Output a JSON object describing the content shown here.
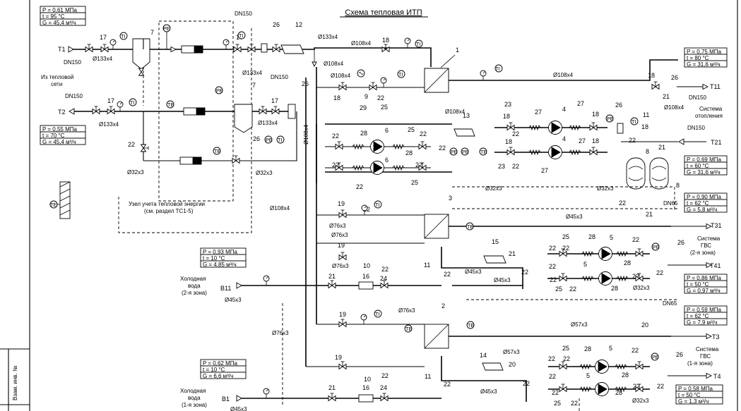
{
  "title": "Схема тепловая ИТП",
  "stamp": "Взам. инв. №",
  "node_label_1": "Узел учета тепловой энергии",
  "node_label_2": "(см. раздел ТС1-5)",
  "from_network": [
    "Из тепловой",
    "сети"
  ],
  "inlets": {
    "t1": {
      "code": "Т1",
      "dn": "DN150",
      "p": "P = 0,61 МПа",
      "t": "t = 95 °C",
      "g": "G = 45,4 м³/ч"
    },
    "t2": {
      "code": "Т2",
      "dn": "DN150",
      "p": "P = 0,55 МПа",
      "t": "t = 70 °C",
      "g": "G = 45,4 м³/ч"
    },
    "b11": {
      "code": "В11",
      "title": [
        "Холодная",
        "вода",
        "(2-я зона)"
      ],
      "p": "P = 0,93 МПа",
      "t": "t = 10 °C",
      "g": "G = 4,85 м³/ч"
    },
    "b1": {
      "code": "В1",
      "title": [
        "Холодная",
        "вода",
        "(1-я зона)"
      ],
      "p": "P = 0,62 МПа",
      "t": "t = 10 °C",
      "g": "G = 6,6 м³/ч"
    }
  },
  "outlets": {
    "t11": {
      "code": "Т11",
      "dn": "DN150",
      "p": "P = 0,75 МПа",
      "t": "t = 80 °C",
      "g": "G = 31,6 м³/ч"
    },
    "t21": {
      "code": "Т21",
      "dn": "DN150",
      "p": "P = 0,69 МПа",
      "t": "t = 60 °C",
      "g": "G = 31,6 м³/ч",
      "title": [
        "Система",
        "отопления"
      ]
    },
    "t31": {
      "code": "Т31",
      "dn": "DN65",
      "p": "P = 0,90 МПа",
      "t": "t = 62 °C",
      "g": "G = 5,8 м³/ч"
    },
    "t41": {
      "code": "Т41",
      "p": "P = 0,86 МПа",
      "t": "t = 50 °C",
      "g": "G = 0,97 м³/ч",
      "title": [
        "Система",
        "ГВС",
        "(2-я зона)"
      ]
    },
    "t3": {
      "code": "Т3",
      "dn": "DN65",
      "p": "P = 0,59 МПа",
      "t": "t = 62 °C",
      "g": "G = 7,9 м³/ч"
    },
    "t4": {
      "code": "Т4",
      "p": "P = 0,58 МПа",
      "t": "t = 50 °C",
      "g": "G = 1,3 м³/ч",
      "title": [
        "Система",
        "ГВС",
        "(1-я зона)"
      ]
    }
  },
  "pipes": {
    "d133": "Ø133x4",
    "d108": "Ø108x4",
    "d76": "Ø76x3",
    "d57": "Ø57x3",
    "d45": "Ø45x3",
    "d32": "Ø32x3",
    "dn150": "DN150",
    "dn65": "DN65"
  },
  "instr": {
    "ti": "TI",
    "te": "TE",
    "pe": "PE"
  },
  "items": [
    "1",
    "2",
    "3",
    "4",
    "5",
    "6",
    "7",
    "8",
    "9",
    "10",
    "11",
    "12",
    "13",
    "14",
    "15",
    "16",
    "17",
    "18",
    "19",
    "20",
    "21",
    "22",
    "23",
    "24",
    "25",
    "26",
    "27",
    "28",
    "29"
  ]
}
